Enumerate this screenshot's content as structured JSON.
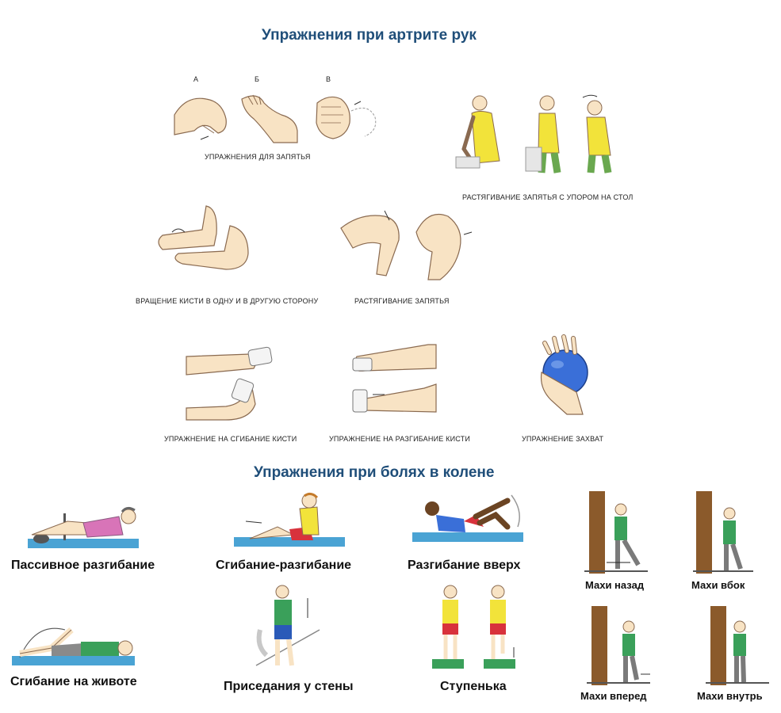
{
  "hands_section": {
    "title": "Упражнения при артрите рук",
    "letters": [
      "А",
      "Б",
      "В"
    ],
    "captions": {
      "wrist": "УПРАЖНЕНИЯ ДЛЯ ЗАПЯТЬЯ",
      "table_stretch": "РАСТЯГИВАНИЕ ЗАПЯТЬЯ С УПОРОМ НА СТОЛ",
      "rotation": "ВРАЩЕНИЕ КИСТИ В ОДНУ И В ДРУГУЮ СТОРОНУ",
      "wrist_stretch": "РАСТЯГИВАНИЕ ЗАПЯТЬЯ",
      "flexion": "УПРАЖНЕНИЕ НА СГИБАНИЕ КИСТИ",
      "extension": "УПРАЖНЕНИЕ НА РАЗГИБАНИЕ КИСТИ",
      "grip": "УПРАЖНЕНИЕ ЗАХВАТ"
    }
  },
  "knee_section": {
    "title": "Упражнения при болях в колене",
    "labels": {
      "passive": "Пассивное разгибание",
      "flex_ext": "Сгибание-разгибание",
      "ext_up": "Разгибание вверх",
      "back": "Махи назад",
      "side": "Махи вбок",
      "belly": "Сгибание на животе",
      "squat": "Приседания у стены",
      "step": "Ступенька",
      "forward": "Махи вперед",
      "inward": "Махи внутрь"
    }
  },
  "colors": {
    "title_blue": "#1f4e79",
    "skin": "#f8e3c4",
    "skin_outline": "#8a6a50",
    "mat_blue": "#4aa3d4",
    "door_brown": "#8b5a2b",
    "shirt_green": "#3aa05a",
    "shirt_yellow": "#f2e33a",
    "shorts_red": "#d8323c",
    "ball_blue": "#3a6fd8",
    "shirt_pink": "#d874b8"
  }
}
